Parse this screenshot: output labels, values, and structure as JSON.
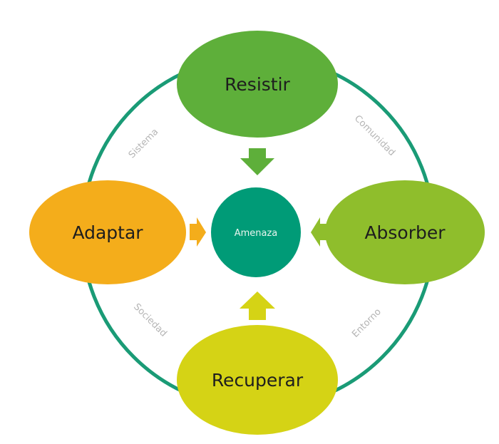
{
  "center": {
    "label": "Amenaza",
    "color": "#009b77"
  },
  "nodes": {
    "top": {
      "label": "Resistir",
      "color": "#5eaf3a"
    },
    "left": {
      "label": "Adaptar",
      "color": "#f4ad1b"
    },
    "right": {
      "label": "Absorber",
      "color": "#8fbe2c"
    },
    "bottom": {
      "label": "Recuperar",
      "color": "#d5d315"
    }
  },
  "edges": {
    "top_left": {
      "label": "Sistema"
    },
    "top_right": {
      "label": "Comunidad"
    },
    "bottom_left": {
      "label": "Sociedad"
    },
    "bottom_right": {
      "label": "Entorno"
    }
  },
  "ring_color": "#1a9b76"
}
